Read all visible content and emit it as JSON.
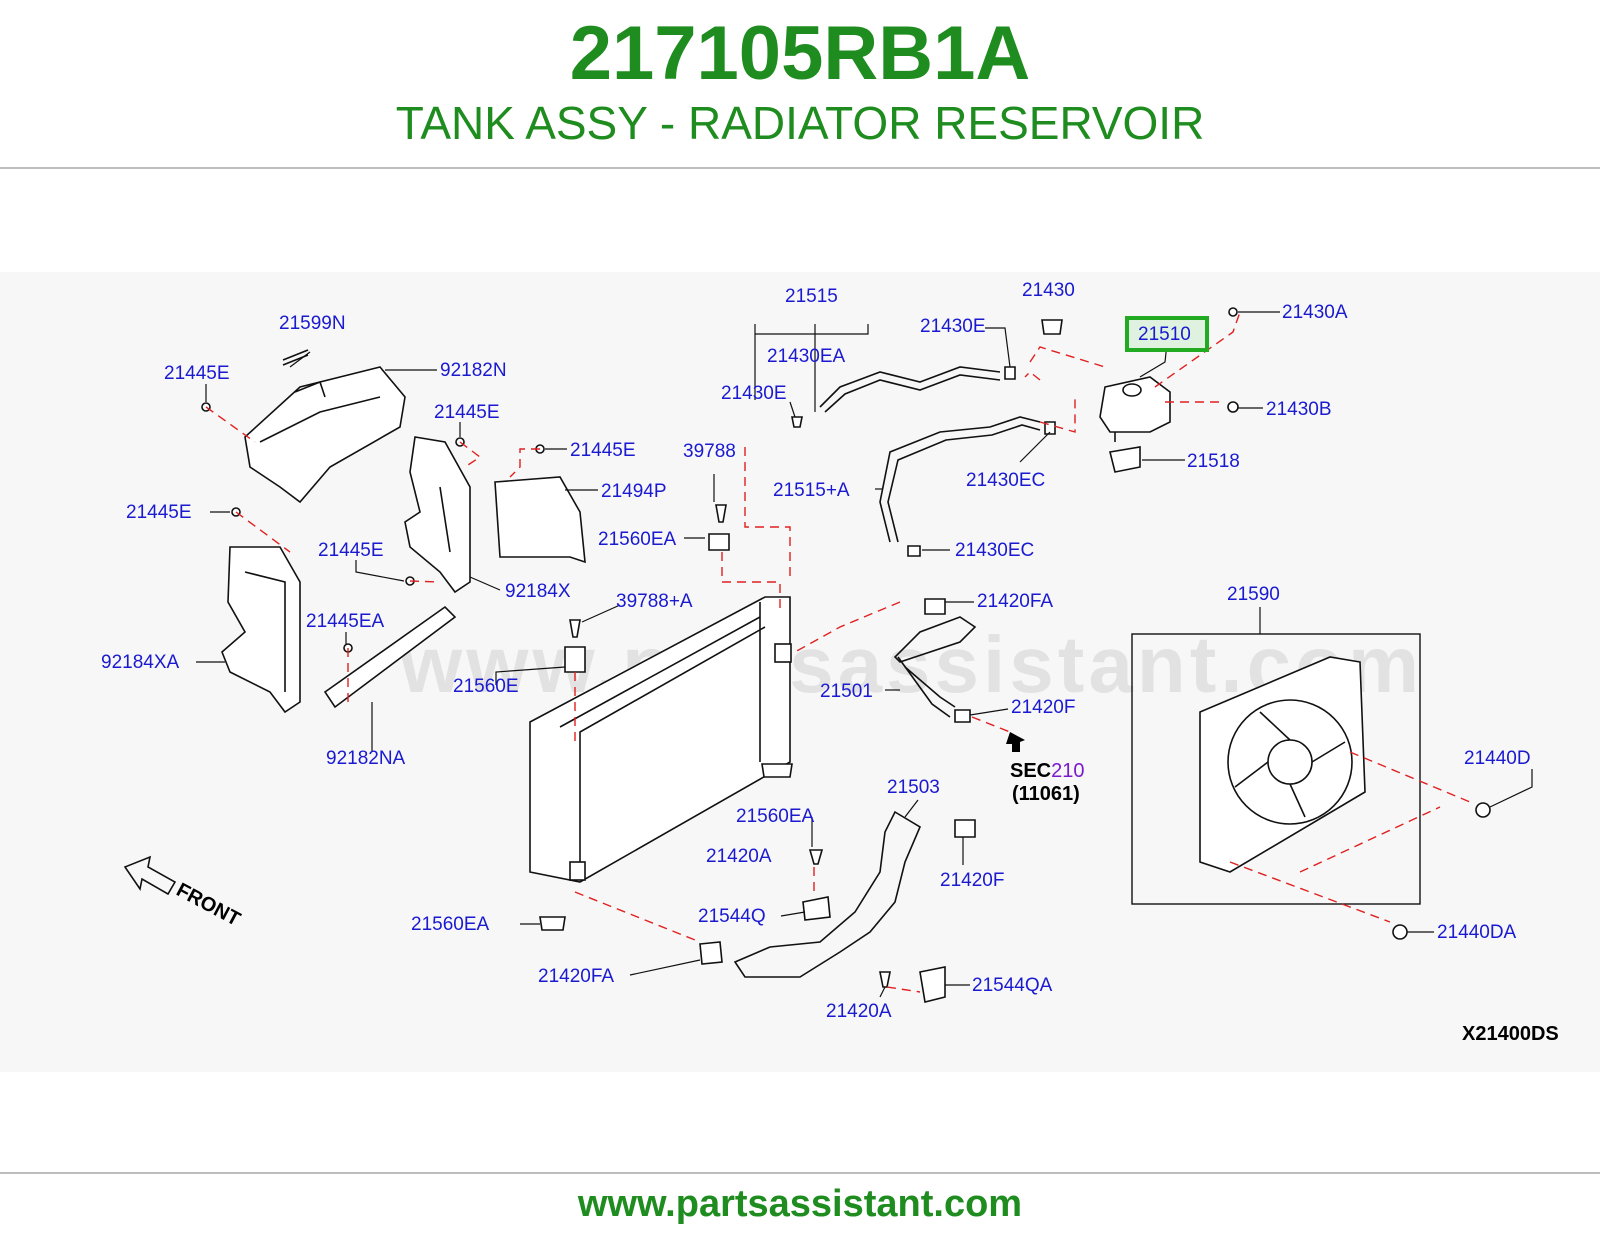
{
  "header": {
    "part_number": "217105RB1A",
    "part_name": "TANK ASSY - RADIATOR RESERVOIR"
  },
  "diagram": {
    "labels": {
      "l_21599N": "21599N",
      "l_92182N": "92182N",
      "l_21445E_a": "21445E",
      "l_21445E_b": "21445E",
      "l_21445E_c": "21445E",
      "l_21445E_d": "21445E",
      "l_21445E_e": "21445E",
      "l_21494P": "21494P",
      "l_92184X": "92184X",
      "l_92184XA": "92184XA",
      "l_21445EA": "21445EA",
      "l_92182NA": "92182NA",
      "l_21515": "21515",
      "l_21430EA": "21430EA",
      "l_21430E_a": "21430E",
      "l_21430E_b": "21430E",
      "l_39788": "39788",
      "l_39788A": "39788+A",
      "l_21560EA_a": "21560EA",
      "l_21560EA_b": "21560EA",
      "l_21560EA_c": "21560EA",
      "l_21560E": "21560E",
      "l_21430": "21430",
      "l_21510": "21510",
      "l_21430A": "21430A",
      "l_21430B": "21430B",
      "l_21518": "21518",
      "l_21430EC_a": "21430EC",
      "l_21430EC_b": "21430EC",
      "l_21515A": "21515+A",
      "l_21420FA_a": "21420FA",
      "l_21420FA_b": "21420FA",
      "l_21501": "21501",
      "l_21420F_a": "21420F",
      "l_21420F_b": "21420F",
      "l_21503": "21503",
      "l_21420A_a": "21420A",
      "l_21420A_b": "21420A",
      "l_21544Q": "21544Q",
      "l_21544QA": "21544QA",
      "l_21590": "21590",
      "l_21440D": "21440D",
      "l_21440DA": "21440DA",
      "l_sec": "SEC",
      "l_sec_num": "210",
      "l_sec_ref": "(11061)",
      "l_front": "FRONT",
      "l_code": "X21400DS"
    },
    "highlighted_part": "21510",
    "highlight_color": "#22aa22",
    "watermark": "www.partsassistant.com"
  },
  "footer": {
    "url": "www.partsassistant.com"
  },
  "colors": {
    "brand_green": "#1e8c1e",
    "label_blue": "#1a1ad0",
    "dashed_red": "#e02020"
  }
}
